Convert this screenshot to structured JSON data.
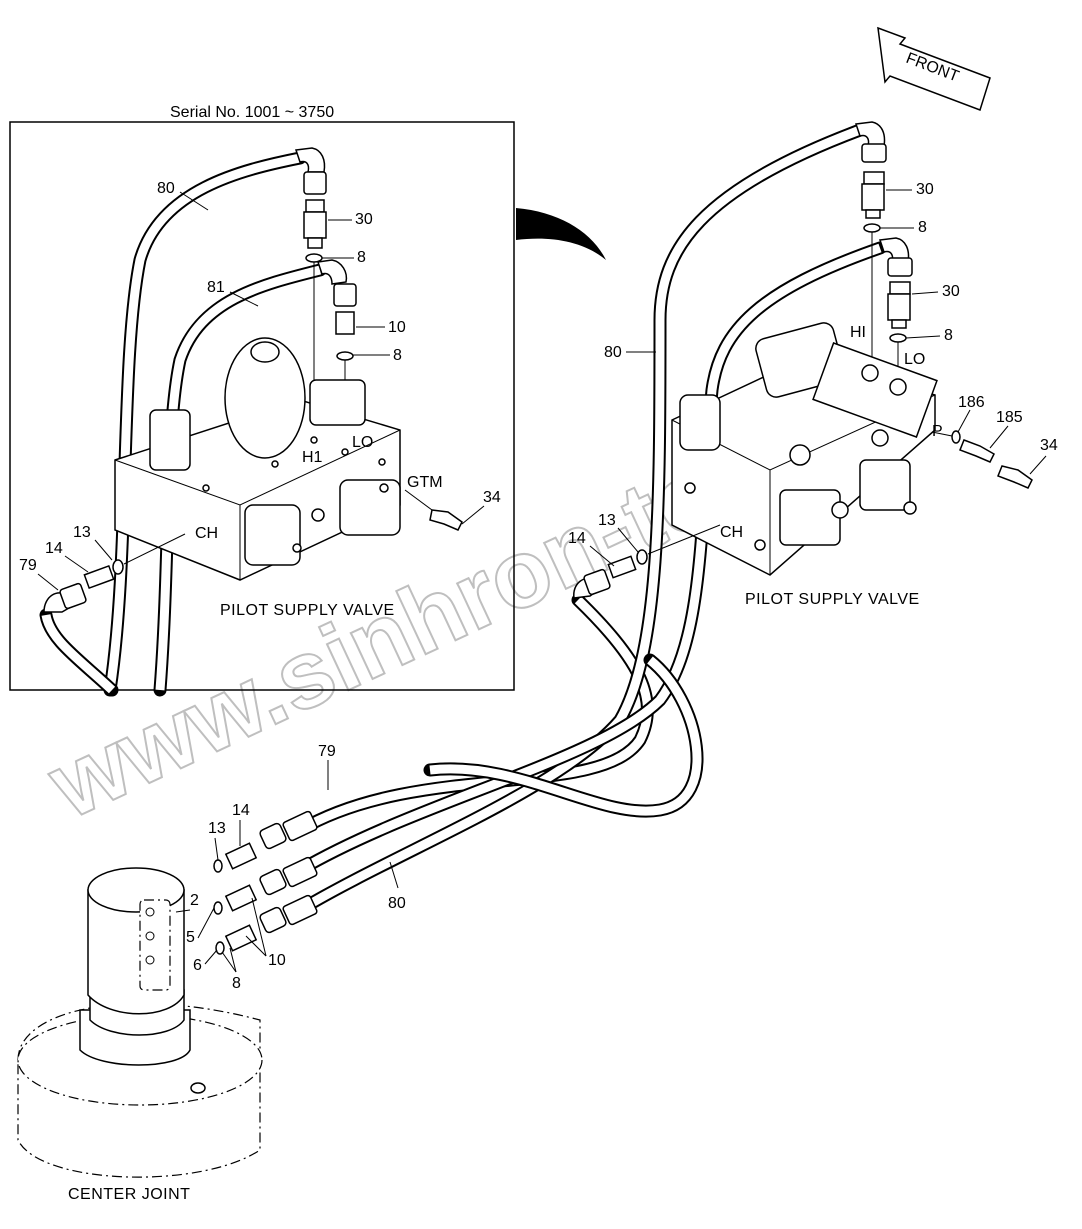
{
  "inset": {
    "serial_label": "Serial No. 1001 ~ 3750",
    "caption": "PILOT SUPPLY VALVE",
    "port_labels": {
      "h1": "H1",
      "lo": "LO",
      "ch": "CH",
      "gtm": "GTM"
    },
    "callouts": {
      "c80": "80",
      "c81": "81",
      "c30": "30",
      "c8a": "8",
      "c10": "10",
      "c8b": "8",
      "c34": "34",
      "c13": "13",
      "c14": "14",
      "c79": "79"
    }
  },
  "main": {
    "caption": "PILOT SUPPLY VALVE",
    "port_labels": {
      "hi": "HI",
      "lo": "LO",
      "p": "P",
      "ch": "CH"
    },
    "callouts": {
      "c30a": "30",
      "c8a": "8",
      "c30b": "30",
      "c8b": "8",
      "c80": "80",
      "c186": "186",
      "c185": "185",
      "c34": "34",
      "c13": "13",
      "c14": "14"
    }
  },
  "lower": {
    "callouts": {
      "c79": "79",
      "c80": "80",
      "c14": "14",
      "c13": "13",
      "c2": "2",
      "c5": "5",
      "c6": "6",
      "c8": "8",
      "c10": "10"
    },
    "center_joint_label": "CENTER JOINT"
  },
  "front_label": "FRONT",
  "watermark": "www.sinhron-tool.kz"
}
